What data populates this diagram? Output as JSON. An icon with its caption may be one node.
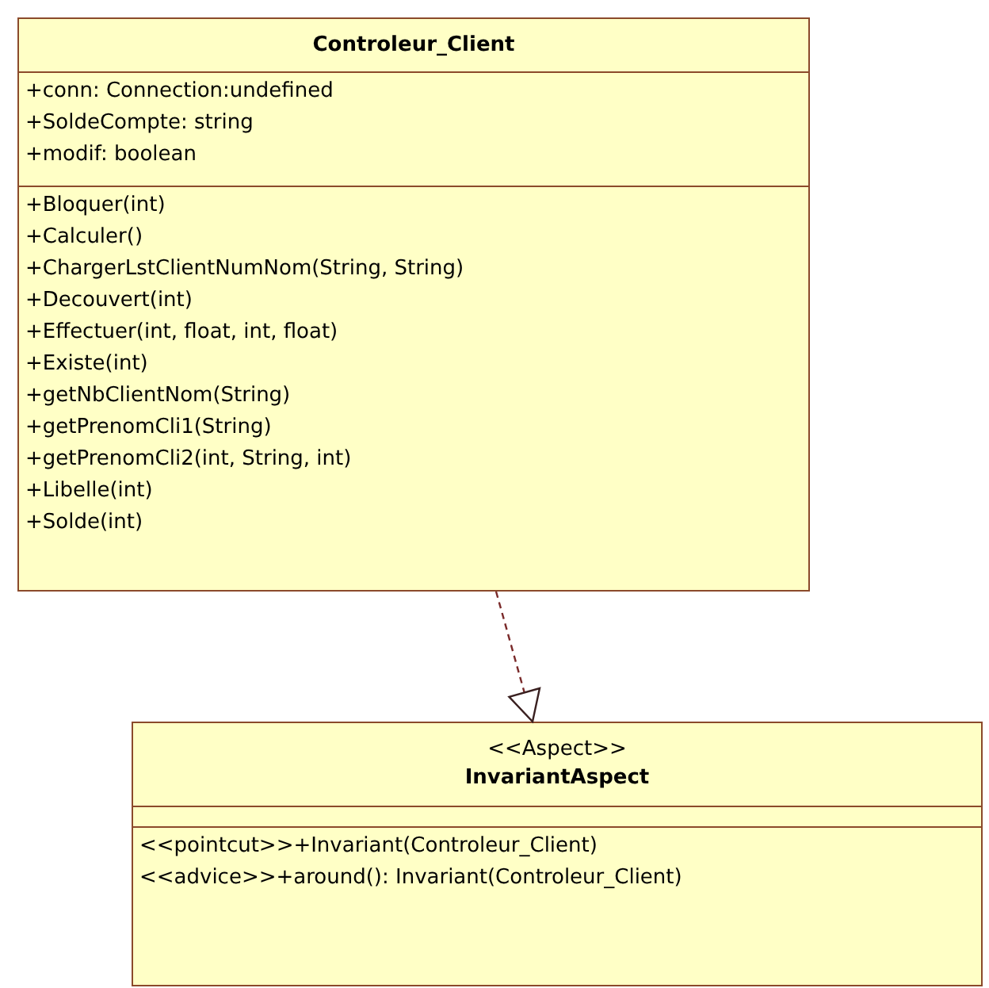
{
  "diagram": {
    "nodes": [
      {
        "text": [
          "Controleur_Client"
        ]
      },
      {
        "text": [
          "+conn: Connection:undefined",
          "+SoldeCompte: string",
          "+modif: boolean"
        ],
        "in": 0
      },
      {
        "text": [
          "+Bloquer(int)",
          "+Calculer()",
          "+ChargerLstClientNumNom(String, String)",
          "+Decouvert(int)",
          "+Effectuer(int, float, int, float)",
          "+Existe(int)",
          "+getNbClientNom(String)",
          "+getPrenomCli1(String)",
          "+getPrenomCli2(int, String, int)",
          "+Libelle(int)",
          "+Solde(int)"
        ],
        "in": 0
      },
      {
        "text": [
          "<<Aspect>>",
          "InvariantAspect"
        ]
      },
      {
        "text": [],
        "shape": "box",
        "in": 3
      },
      {
        "text": [
          "<<pointcut>>+Invariant(Controleur_Client)",
          "<<advice>>+around(): Invariant(Controleur_Client)"
        ],
        "in": 3
      }
    ],
    "edges": [
      {
        "from": 0,
        "to": 3,
        "arrow": "to",
        "style": "dashed"
      }
    ]
  }
}
